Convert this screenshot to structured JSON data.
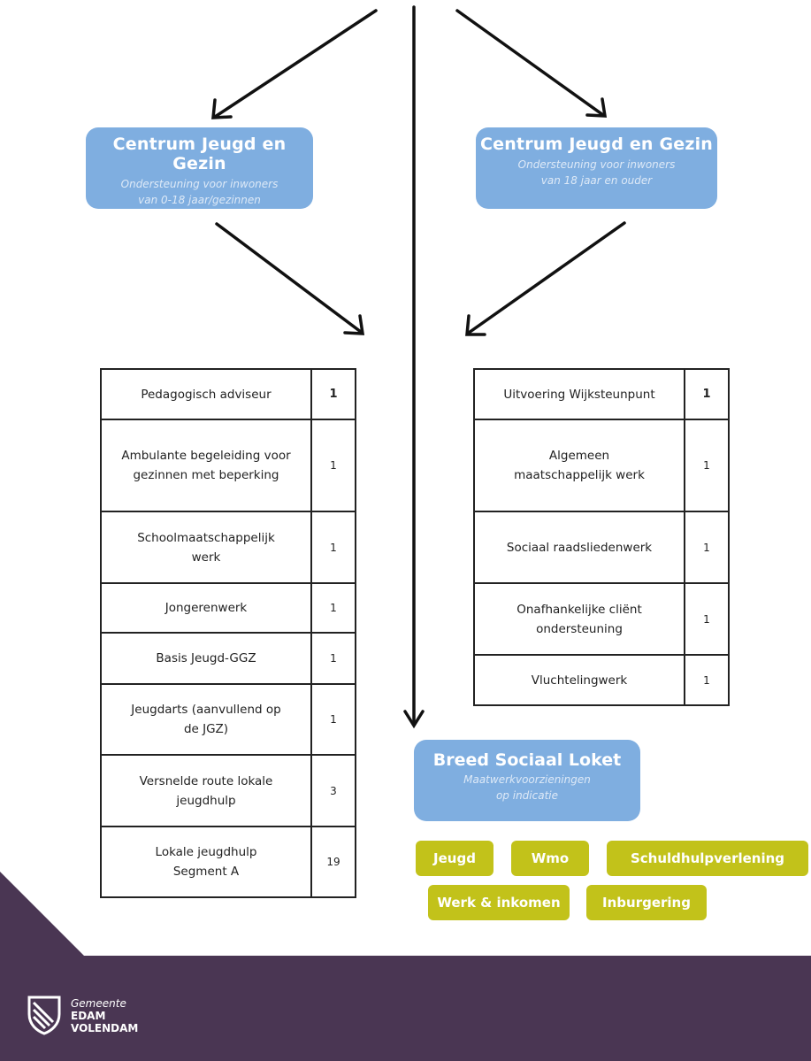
{
  "left_box": {
    "title": "Centrum Jeugd en Gezin",
    "subtitle_line1": "Ondersteuning voor inwoners",
    "subtitle_line2": "van 0-18 jaar/gezinnen"
  },
  "right_box": {
    "title": "Centrum Jeugd en Gezin",
    "subtitle_line1": "Ondersteuning voor inwoners",
    "subtitle_line2": "van 18 jaar en ouder"
  },
  "left_table": [
    {
      "label": "Pedagogisch adviseur",
      "value": "1"
    },
    {
      "label": "Ambulante begeleiding voor gezinnen met beperking",
      "value": "1"
    },
    {
      "label": "Schoolmaatschappelijk werk",
      "value": "1"
    },
    {
      "label": "Jongerenwerk",
      "value": "1"
    },
    {
      "label": "Basis Jeugd-GGZ",
      "value": "1"
    },
    {
      "label": "Jeugdarts (aanvullend op de JGZ)",
      "value": "1"
    },
    {
      "label": "Versnelde route lokale jeugdhulp",
      "value": "3"
    },
    {
      "label": "Lokale jeugdhulp Segment A",
      "value": "19"
    }
  ],
  "right_table": [
    {
      "label": "Uitvoering Wijksteunpunt",
      "value": "1"
    },
    {
      "label": "Algemeen maatschappelijk werk",
      "value": "1"
    },
    {
      "label": "Sociaal raadsliedenwerk",
      "value": "1"
    },
    {
      "label": "Onafhankelijke cliënt ondersteuning",
      "value": "1"
    },
    {
      "label": "Vluchtelingwerk",
      "value": "1"
    }
  ],
  "loket": {
    "title": "Breed Sociaal Loket",
    "subtitle_line1": "Maatwerkvoorzieningen",
    "subtitle_line2": "op indicatie"
  },
  "tags": {
    "jeugd": "Jeugd",
    "wmo": "Wmo",
    "schuld": "Schuldhulpverlening",
    "werk": "Werk & inkomen",
    "inburgering": "Inburgering"
  },
  "brand": {
    "line1": "Gemeente",
    "line2": "EDAM",
    "line3": "VOLENDAM"
  },
  "colors": {
    "box_blue": "#7faee0",
    "tag_olive": "#c2c21a",
    "footer_purple": "#4a3653"
  }
}
